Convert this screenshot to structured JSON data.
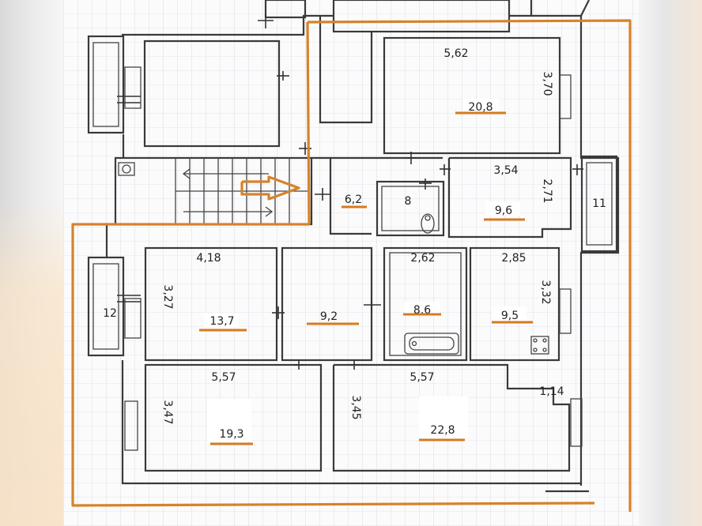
{
  "plan": {
    "dimensions": {
      "top_room_width": "5,62",
      "top_room_height": "3,70",
      "bed_top_width": "3,54",
      "bed_top_height": "2,71",
      "living_width": "4,18",
      "living_height": "3,27",
      "bath_width": "2,62",
      "kitchen_width": "2,85",
      "kitchen_height": "3,32",
      "bottom_left_width": "5,57",
      "bottom_left_height": "3,47",
      "bottom_right_width": "5,57",
      "bottom_right_height": "3,45",
      "niche_width": "1,14"
    },
    "areas": {
      "top_room": "20,8",
      "hall": "6,2",
      "wc": "8",
      "bed_top": "9,6",
      "balcony_right": "11",
      "balcony_left": "12",
      "living": "13,7",
      "corridor": "9,2",
      "bath": "8,6",
      "kitchen": "9,5",
      "bottom_left": "19,3",
      "bottom_right": "22,8"
    },
    "colors": {
      "boundary": "#d7822a",
      "underline": "#d77a1f",
      "wall": "#3a3a3a"
    }
  }
}
